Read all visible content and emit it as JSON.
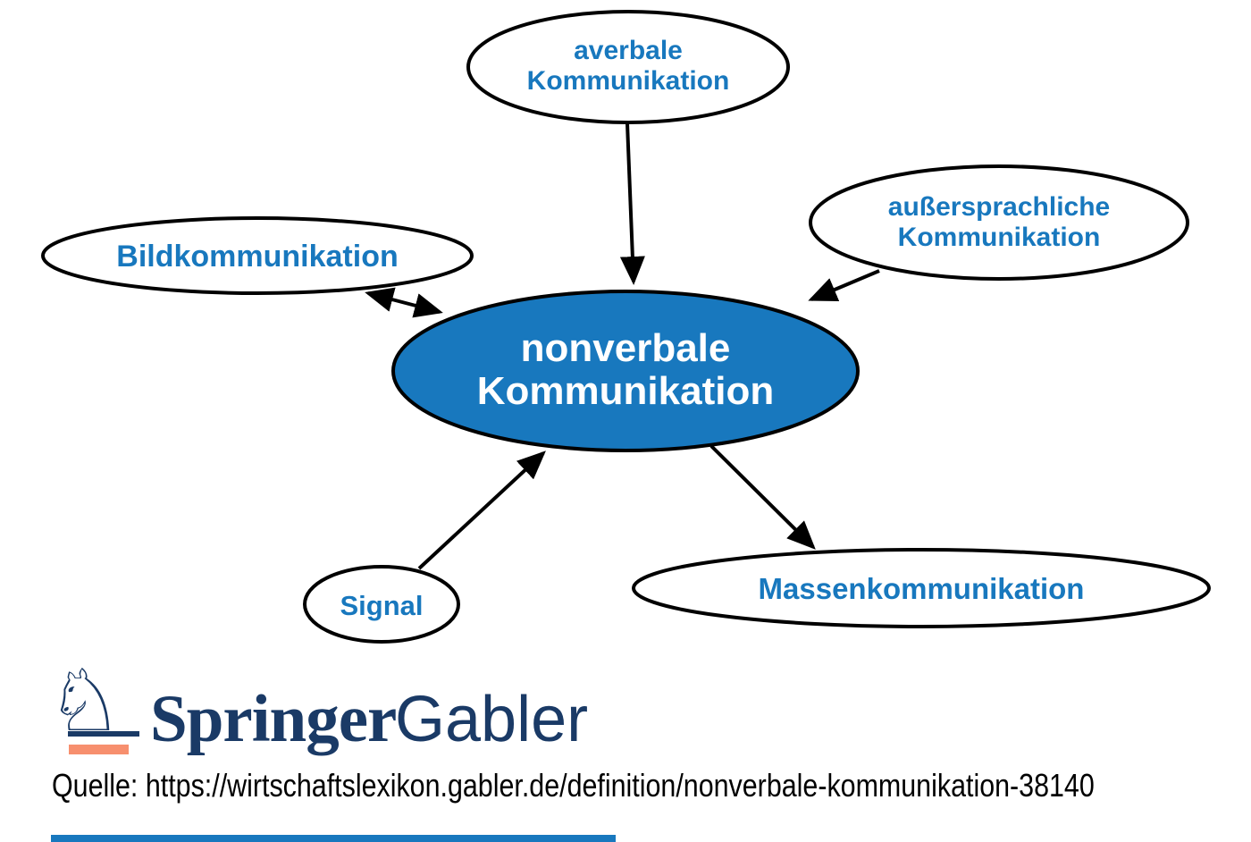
{
  "diagram": {
    "center_node": {
      "lines": [
        "nonverbale",
        "Kommunikation"
      ],
      "fill": "#1878be",
      "text_color": "#ffffff"
    },
    "nodes": {
      "averbale": {
        "lines": [
          "averbale",
          "Kommunikation"
        ]
      },
      "bildkommunikation": {
        "label": "Bildkommunikation"
      },
      "aussersprachliche": {
        "lines": [
          "außersprachliche",
          "Kommunikation"
        ]
      },
      "signal": {
        "label": "Signal"
      },
      "massenkommunikation": {
        "label": "Massenkommunikation"
      }
    },
    "colors": {
      "node_fill": "#ffffff",
      "node_text": "#1878be",
      "outline": "#000000",
      "arrow": "#000000"
    },
    "edges": [
      {
        "from": "averbale",
        "to": "center",
        "direction": "single"
      },
      {
        "from": "bildkommunikation",
        "to": "center",
        "direction": "double"
      },
      {
        "from": "aussersprachliche",
        "to": "center",
        "direction": "single"
      },
      {
        "from": "signal",
        "to": "center",
        "direction": "single"
      },
      {
        "from": "center",
        "to": "massenkommunikation",
        "direction": "single"
      }
    ]
  },
  "branding": {
    "knight_icon_glyph": "♘",
    "publisher": "Springer",
    "imprint": "Gabler",
    "navy": "#1a3a66",
    "orange": "#f78f6e"
  },
  "source": {
    "text": "Quelle: https://wirtschaftslexikon.gabler.de/definition/nonverbale-kommunikation-38140"
  },
  "footer": {
    "bar_color": "#1878be"
  }
}
